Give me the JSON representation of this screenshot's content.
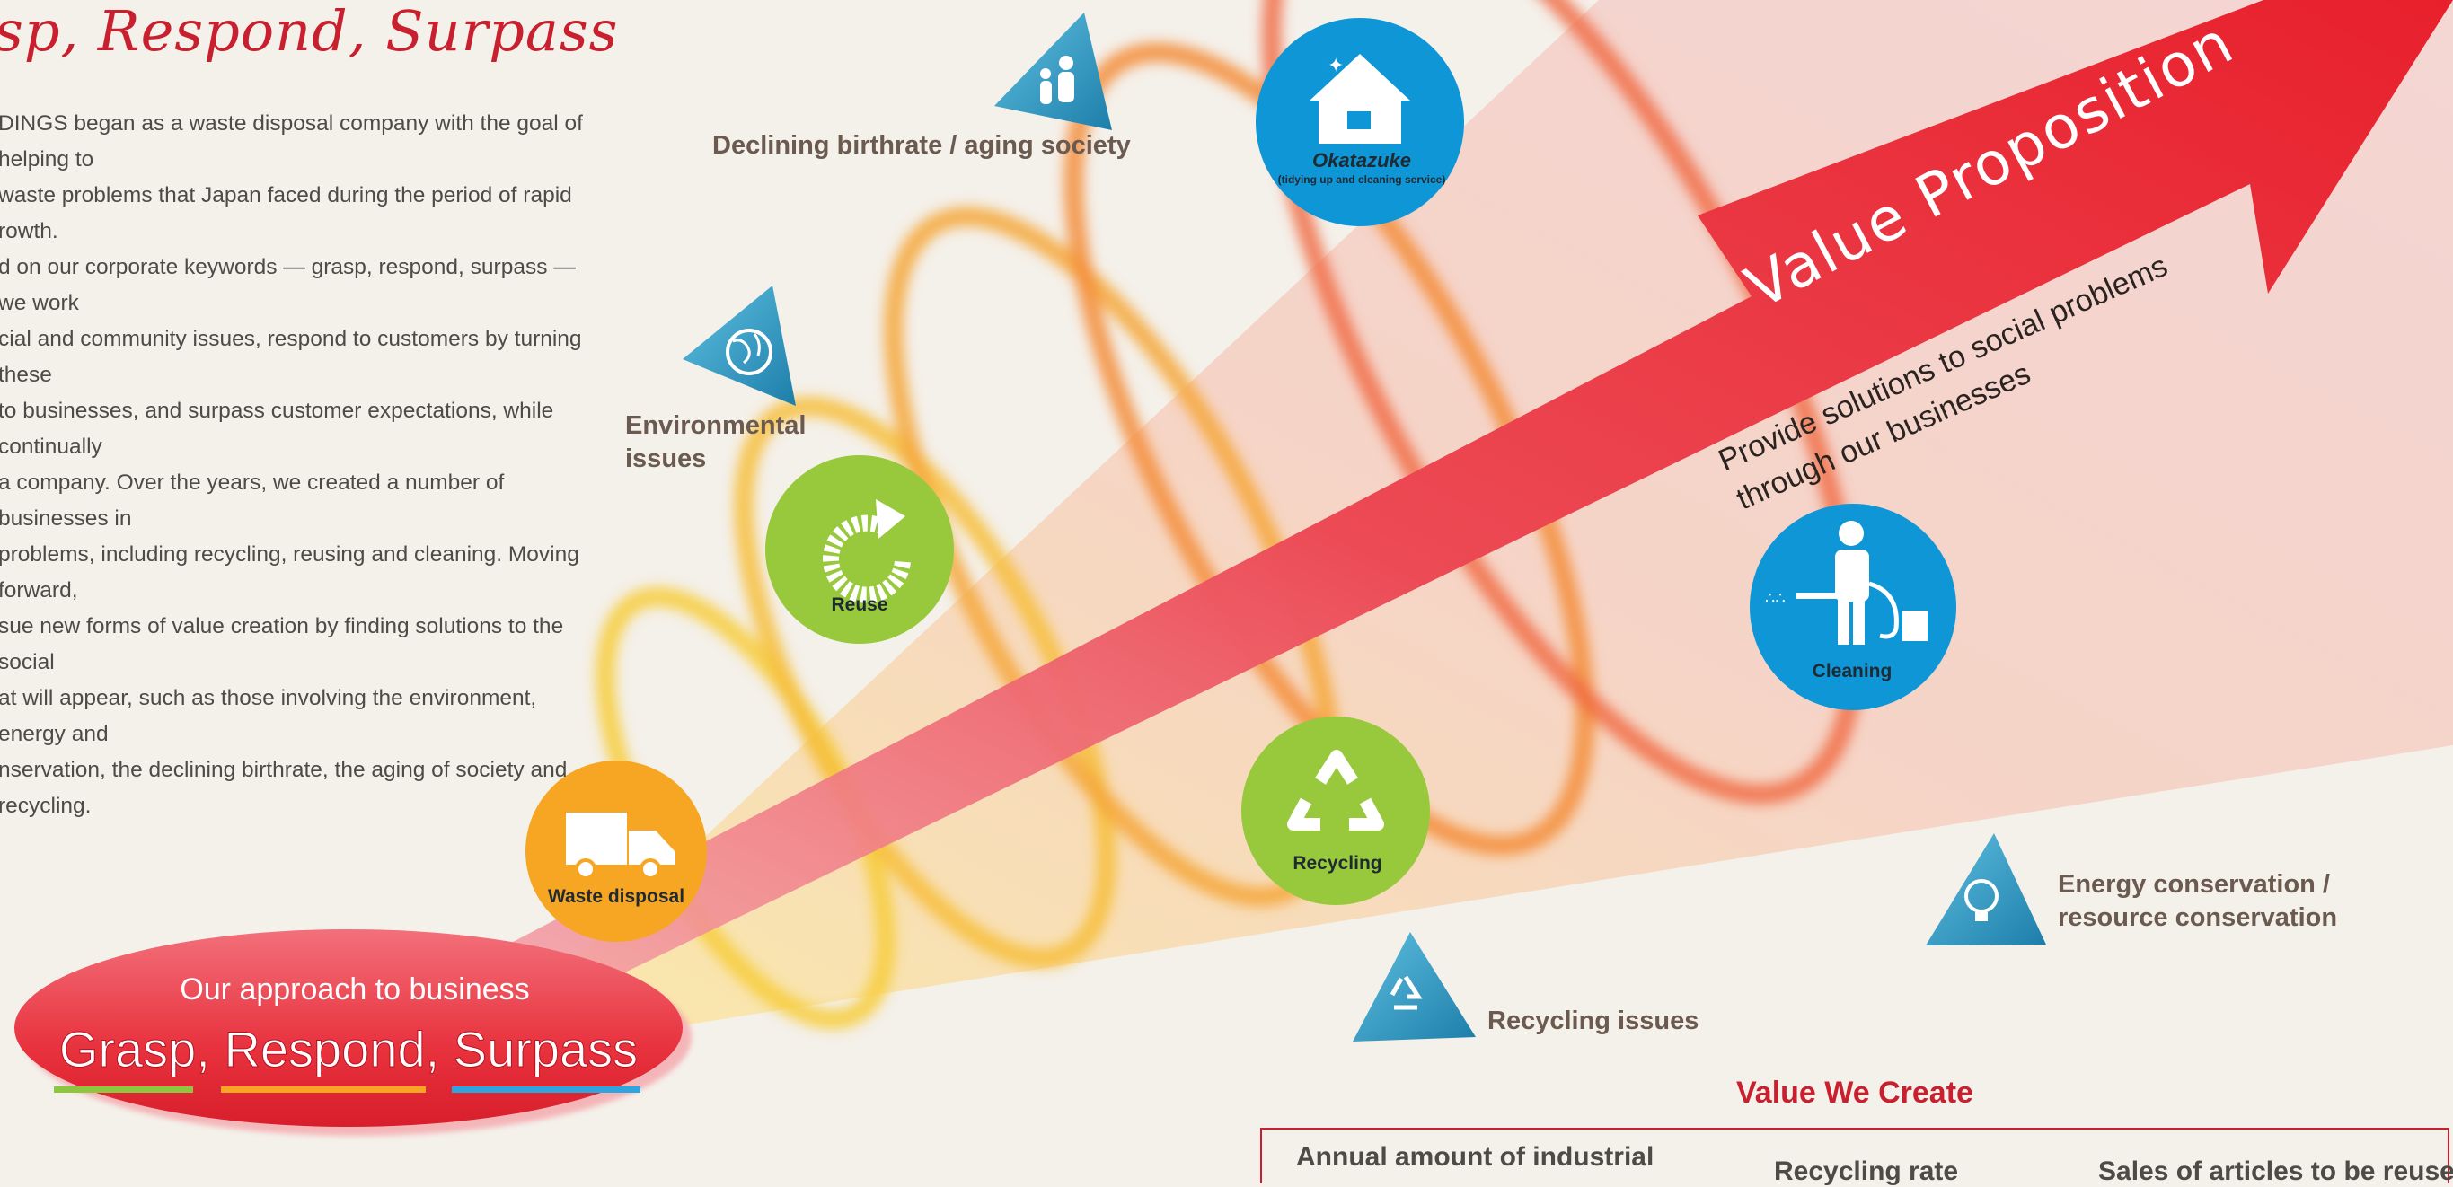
{
  "header": {
    "title": "sp, Respond, Surpass"
  },
  "intro": {
    "lines": [
      "DINGS began as a waste disposal company with the goal of helping to",
      "waste problems that Japan faced during the period of rapid",
      "rowth.",
      "d on our corporate keywords — grasp, respond, surpass — we work",
      "cial and community issues, respond to customers by turning these",
      "to businesses, and surpass customer expectations, while continually",
      "a company. Over the years, we created a number of businesses in",
      " problems, including recycling, reusing and cleaning. Moving forward,",
      "sue new forms of value creation by finding solutions to the social",
      "at will appear, such as those involving the environment, energy and",
      "nservation, the declining birthrate, the aging of society and recycling."
    ]
  },
  "issues": {
    "aging": "Declining birthrate / aging society",
    "environment_line1": "Environmental",
    "environment_line2": "issues",
    "recycling": "Recycling issues",
    "energy_line1": "Energy conservation /",
    "energy_line2": "resource conservation"
  },
  "businesses": {
    "waste": "Waste disposal",
    "reuse": "Reuse",
    "recycling": "Recycling",
    "okatazuke": "Okatazuke",
    "okatazuke_sub": "(tidying up and cleaning service)",
    "cleaning": "Cleaning"
  },
  "arrow": {
    "title": "Value Proposition",
    "sub_line1": "Provide solutions to social problems",
    "sub_line2": "through our businesses"
  },
  "approach": {
    "heading": "Our approach to business",
    "keywords": "Grasp, Respond, Surpass"
  },
  "value_we_create": {
    "heading": "Value We Create",
    "col1": "Annual amount of industrial",
    "col2": "Recycling rate",
    "col3": "Sales of articles to be reused"
  },
  "colors": {
    "red": "#e8242f",
    "orange": "#f7a623",
    "green": "#98c93c",
    "blue": "#0f96d6",
    "teal": "#3a9cc2",
    "label_brown": "#6b5a50"
  }
}
